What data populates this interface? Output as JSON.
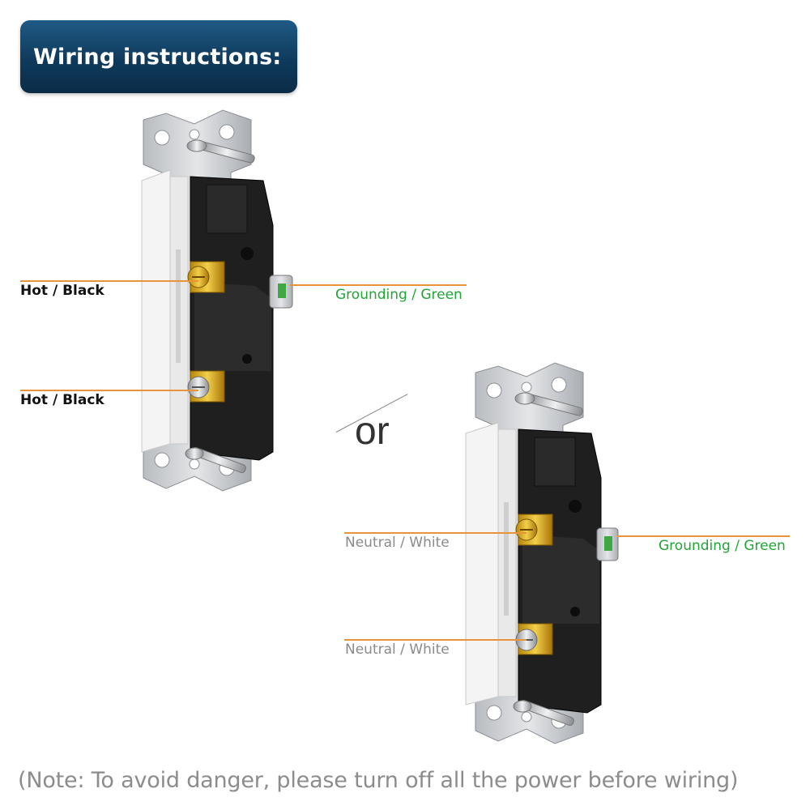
{
  "title": "Wiring instructions:",
  "or_text": "or",
  "note": "(Note: To avoid danger, please turn off all the power before wiring)",
  "diagram_1": {
    "top_label": "Hot / Black",
    "bottom_label": "Hot / Black",
    "ground_label": "Grounding / Green"
  },
  "diagram_2": {
    "top_label": "Neutral / White",
    "bottom_label": "Neutral / White",
    "ground_label": "Grounding / Green"
  },
  "colors": {
    "banner": "#0f3a5c",
    "leader_line": "#e8953a",
    "ground_text": "#21a535",
    "neutral_text": "#8a8a8a",
    "hot_text": "#111111"
  }
}
